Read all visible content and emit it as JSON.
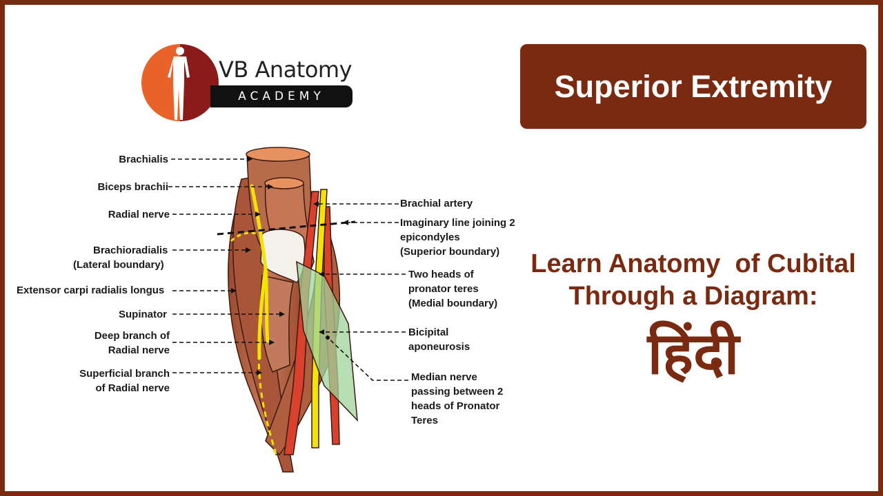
{
  "logo": {
    "brand": "VB Anatomy",
    "sub": "ACADEMY",
    "colors": {
      "left": "#e8622a",
      "right": "#8b1a1a"
    }
  },
  "banner": {
    "title": "Superior Extremity"
  },
  "heading": {
    "line1": "Learn Anatomy  of Cubital",
    "line2": "Through a Diagram:",
    "hindi": "हिंदी"
  },
  "labels_left": {
    "brachialis": "Brachialis",
    "biceps": "Biceps brachii",
    "radial_nerve": "Radial nerve",
    "brachioradialis_1": "Brachioradialis",
    "brachioradialis_2": "(Lateral boundary)",
    "ecrl": "Extensor carpi radialis longus",
    "supinator": "Supinator",
    "deep_1": "Deep branch of",
    "deep_2": "Radial nerve",
    "superficial_1": "Superficial branch",
    "superficial_2": "of Radial nerve"
  },
  "labels_right": {
    "brachial_artery": "Brachial artery",
    "imaginary_1": "Imaginary line joining 2",
    "imaginary_2": "epicondyles",
    "imaginary_3": "(Superior boundary)",
    "pronator_1": "Two heads of",
    "pronator_2": "pronator teres",
    "pronator_3": "(Medial boundary)",
    "bicipital_1": "Bicipital",
    "bicipital_2": "aponeurosis",
    "median_1": "Median nerve",
    "median_2": "passing between 2",
    "median_3": "heads of Pronator",
    "median_4": "Teres"
  },
  "colors": {
    "theme": "#7a2a10",
    "muscle": "#b86b4b",
    "nerve": "#f2e300",
    "artery": "#d9412c",
    "aponeurosis": "#9fd49a"
  }
}
